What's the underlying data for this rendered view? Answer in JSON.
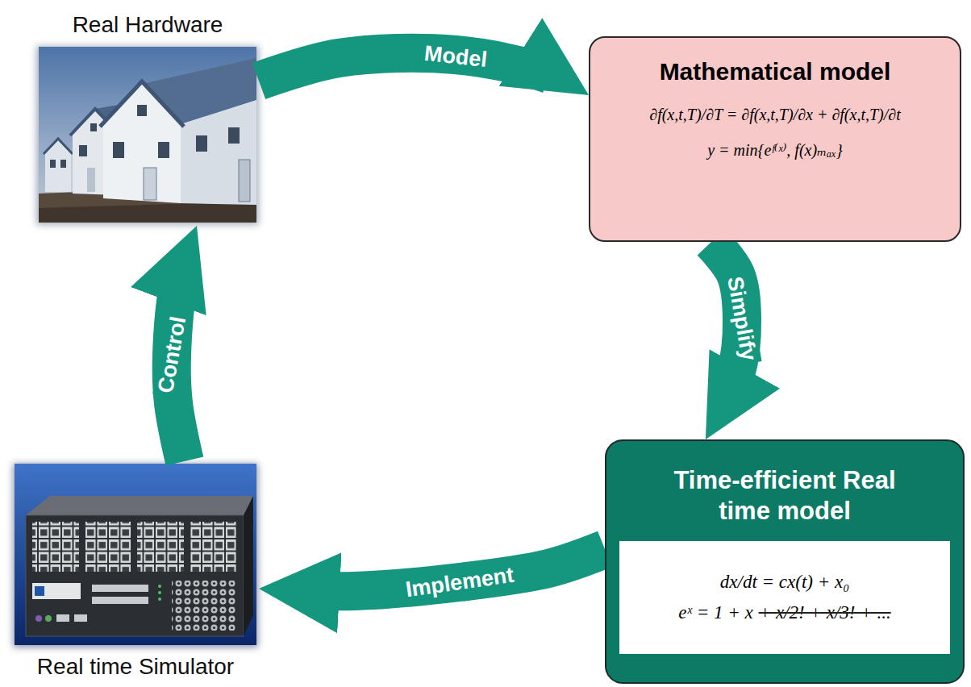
{
  "diagram": {
    "nodes": [
      {
        "text": [
          "Real Hardware"
        ]
      },
      {
        "text": [
          "Mathematical model",
          "∂f(x,t,T)/∂T = ∂f(x,t,T)/∂x + ∂f(x,t,T)/∂t",
          "y = min{eᶠ⁽ˣ⁾, f(x)ₘₐₓ}"
        ]
      },
      {
        "text": [
          "Time-efficient Real time model",
          "dx/dt = cx(t) + x₀",
          "eˣ = 1 + x",
          "+ x/2! + x/3! + ..."
        ]
      },
      {
        "text": [
          "Real time Simulator"
        ]
      }
    ],
    "edges": [
      {
        "from": 0,
        "to": 1,
        "arrow": "to",
        "label": "Model"
      },
      {
        "from": 1,
        "to": 2,
        "arrow": "to",
        "label": "Simplify"
      },
      {
        "from": 2,
        "to": 3,
        "arrow": "to",
        "label": "Implement"
      },
      {
        "from": 3,
        "to": 0,
        "arrow": "to",
        "label": "Control"
      }
    ]
  }
}
